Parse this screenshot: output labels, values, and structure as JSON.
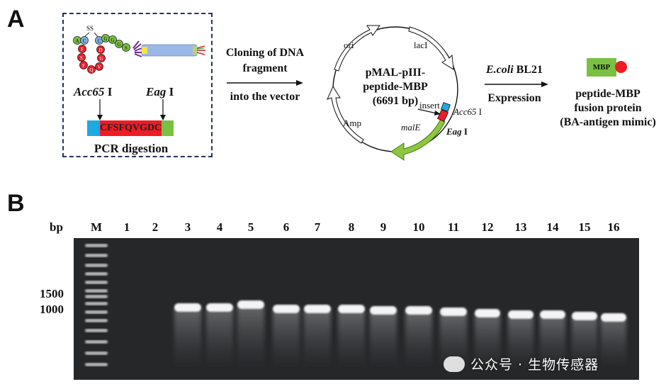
{
  "panelA": {
    "letter": "A",
    "peptide": {
      "ss_label": "SS",
      "beads_top": [
        "A",
        "C"
      ],
      "bead_c2": "C",
      "beads_chain": [
        "G",
        "G",
        "G",
        "S"
      ],
      "beads_loop": [
        "F",
        "S",
        "F",
        "Q",
        "V",
        "G",
        "D"
      ]
    },
    "digest": {
      "site1_name": "Acc65",
      "site1_suffix": " I",
      "site2_name": "Eag",
      "site2_suffix": " I",
      "insert_seq": "CFSFQVGDC",
      "caption": "PCR digestion"
    },
    "arrow1_text": [
      "Cloning of DNA",
      "fragment",
      "into the vector"
    ],
    "plasmid": {
      "title": [
        "pMAL-pIII-",
        "peptide-MBP",
        "(6691 bp)"
      ],
      "ori": "ori",
      "lacI": "lacI",
      "amp": "Amp",
      "malE": "malE",
      "insert": "insert",
      "acc65": "Acc65",
      "acc65_suffix": " I",
      "eag": "Eag",
      "eag_suffix": " I"
    },
    "arrow2": {
      "host_ital": "E.coli",
      "host_rest": " BL21",
      "label": "Expression"
    },
    "product": {
      "mbp": "MBP",
      "text": [
        "peptide-MBP",
        "fusion protein",
        "(BA-antigen mimic)"
      ]
    }
  },
  "panelB": {
    "letter": "B",
    "bp_unit": "bp",
    "lanes": [
      "M",
      "1",
      "2",
      "3",
      "4",
      "5",
      "6",
      "7",
      "8",
      "9",
      "10",
      "11",
      "12",
      "13",
      "14",
      "15",
      "16"
    ],
    "markers": [
      "1500",
      "1000"
    ],
    "watermark": "公众号 · 生物传感器"
  },
  "colors": {
    "insert_red": "#ee1c25",
    "blue_end": "#1ea9e1",
    "green_end": "#7ac143",
    "malE_green": "#8dc63f",
    "box_border": "#24335e",
    "gel_bg": "#262729"
  }
}
